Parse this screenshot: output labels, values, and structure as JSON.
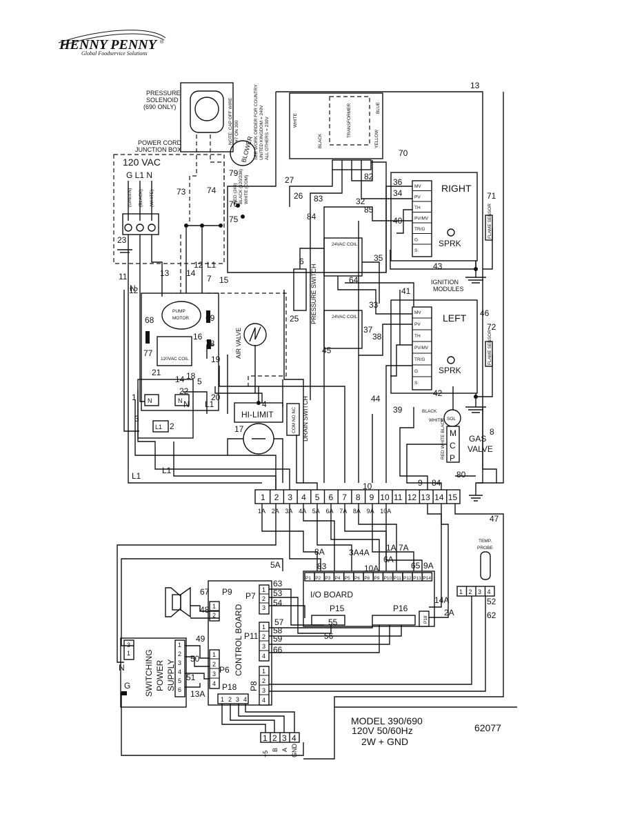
{
  "logo": {
    "brand": "HENNY PENNY",
    "tagline": "Global Foodservice Solutions",
    "mark": "®"
  },
  "components": {
    "pressure_solenoid": [
      "PRESSURE",
      "SOLENOID",
      "(690 ONLY)"
    ],
    "note": [
      "NOTE: CAP OFF WIRE",
      "#7 ON 390"
    ],
    "blower": "BLOWER",
    "blower_wires": [
      "RED (240)",
      "BLACK (120/208)",
      "WHITE (COM)"
    ],
    "country_note": [
      "SEE WORK ORDER FOR COUNTRY",
      "UNITED KINGDOM = 240V",
      "ALL OTHERS = 230V"
    ],
    "junction_box": [
      "POWER CORD",
      "JUNCTION BOX"
    ],
    "voltage": "120 VAC",
    "gln": "G L1 N",
    "cord_colors": [
      "(GREEN)",
      "(BLACK)",
      "(WHITE)"
    ],
    "transformer": "TRANSFORMER",
    "xfmr_wires": {
      "white": "WHITE",
      "blue": "BLUE",
      "black": "BLACK",
      "yellow": "YELLOW"
    },
    "right_module": "RIGHT",
    "left_module": "LEFT",
    "sprk": "SPRK",
    "module_pins": [
      "MV",
      "PV",
      "TH",
      "PV/MV",
      "TR/G",
      "G",
      "S"
    ],
    "ignition_modules": [
      "IGNITION",
      "MODULES"
    ],
    "flame_sensor": "FLAME SENSOR",
    "coil_24": "24VAC COIL",
    "coil_120": "120VAC COIL",
    "pump_motor": [
      "PUMP",
      "MOTOR"
    ],
    "air_valve": "AIR VALVE",
    "hi_limit": "HI-LIMIT",
    "pressure_switch": "PRESSURE SWITCH",
    "drain_switch": "DRAIN SWITCH",
    "drain_contacts": "COM NO NC",
    "gas_valve": [
      "GAS",
      "VALVE"
    ],
    "sol": "SOL",
    "gas_valve_pins": [
      "M",
      "C",
      "P"
    ],
    "gv_wire_labels": [
      "BLACK",
      "WHITE",
      "RED WHITE BLACK"
    ],
    "temp_probe": [
      "TEMP.",
      "PROBE"
    ],
    "io_board": "I/O BOARD",
    "control_board": "CONTROL BOARD",
    "switching_power_supply": [
      "SWITCHING",
      "POWER",
      "SUPPLY"
    ],
    "connectors": {
      "p15": "P15",
      "p16": "P16",
      "p18_io": "P18",
      "p9": "P9",
      "p7": "P7",
      "p11": "P11",
      "p6": "P6",
      "p8": "P8",
      "p18": "P18"
    },
    "relay_terms": {
      "n": "N",
      "l1": "L1"
    },
    "psu_g": "G",
    "bottom_conn": [
      "+5",
      "B",
      "A",
      "GND"
    ]
  },
  "terminal_strip": [
    "1",
    "2",
    "3",
    "4",
    "5",
    "6",
    "7",
    "8",
    "9",
    "10",
    "11",
    "12",
    "13",
    "14",
    "15"
  ],
  "strip_under": [
    "1A",
    "2A",
    "3A",
    "4A",
    "5A",
    "6A",
    "7A",
    "8A",
    "9A",
    "10A"
  ],
  "io_pins": [
    "P1",
    "P2",
    "P3",
    "P4",
    "P5",
    "P6",
    "P8",
    "P9",
    "P10",
    "P11",
    "P12",
    "P13",
    "P14"
  ],
  "probe_pins": [
    "1",
    "2",
    "3",
    "4"
  ],
  "wire_numbers": [
    "13",
    "27",
    "26",
    "83",
    "84",
    "82",
    "32",
    "70",
    "36",
    "34",
    "40",
    "85",
    "71",
    "73",
    "74",
    "76",
    "75",
    "79",
    "23",
    "11",
    "12",
    "13",
    "14",
    "7",
    "15",
    "6",
    "25",
    "35",
    "43",
    "41",
    "46",
    "72",
    "42",
    "39",
    "44",
    "45",
    "37",
    "38",
    "33",
    "68",
    "69",
    "77",
    "78",
    "16",
    "18",
    "21",
    "14",
    "22",
    "1",
    "2",
    "3",
    "4",
    "5",
    "17",
    "20",
    "19",
    "8",
    "80",
    "64",
    "10",
    "9",
    "84",
    "83",
    "3A",
    "4A",
    "1A",
    "7A",
    "6A",
    "65",
    "9A",
    "10A",
    "8A",
    "5A",
    "47",
    "52",
    "62",
    "63",
    "53",
    "54",
    "55",
    "56",
    "57",
    "58",
    "59",
    "66",
    "67",
    "48",
    "49",
    "50",
    "51",
    "13A",
    "14A",
    "2A",
    "N",
    "L1",
    "L1",
    "N",
    "L1",
    "12",
    "N",
    "L1"
  ],
  "title_block": {
    "model": "MODEL 390/690",
    "power": "120V 50/60Hz",
    "wiring": "2W + GND",
    "drawing_no": "62077"
  }
}
